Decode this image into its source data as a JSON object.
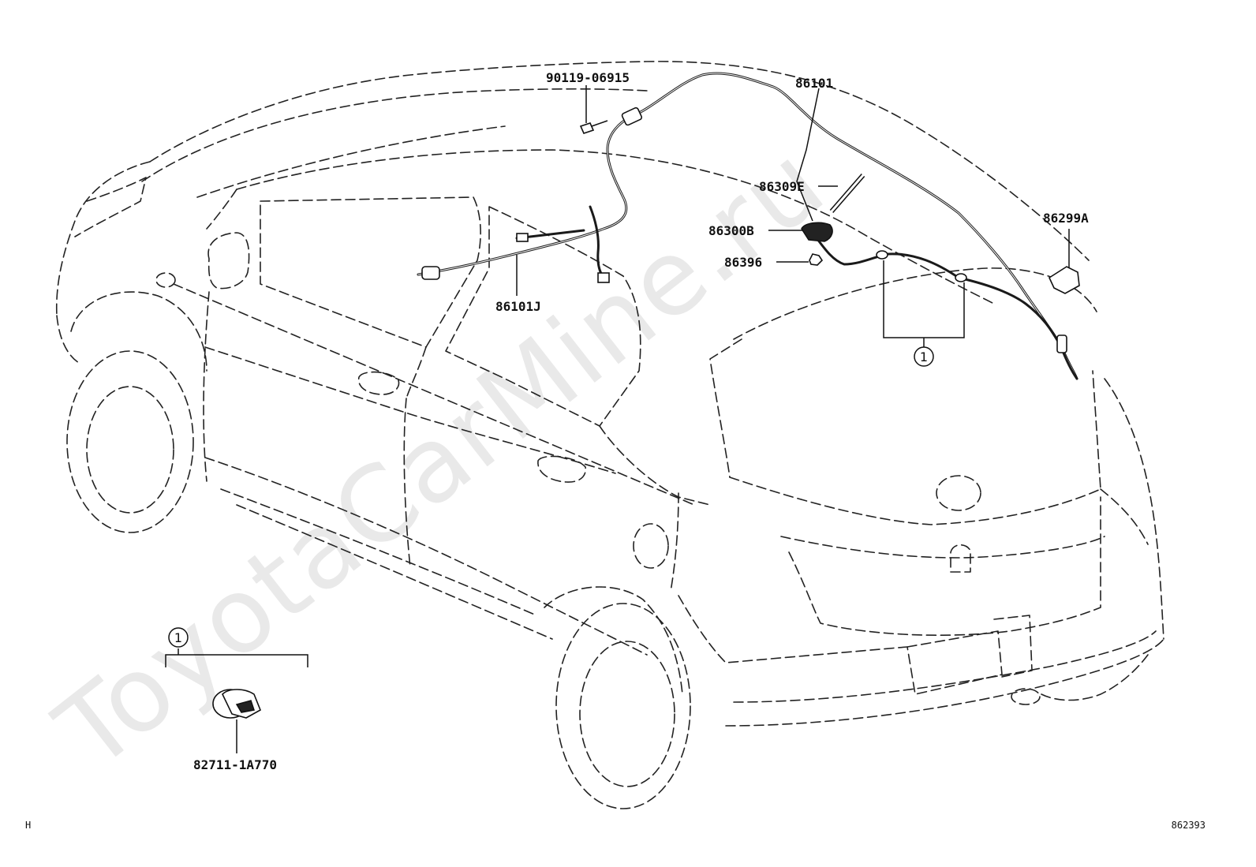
{
  "watermark": "ToyotaCarMine.ru",
  "labels": {
    "bolt": "90119-06915",
    "antenna_cord": "86101",
    "front_cord": "86101J",
    "antenna_element": "86309E",
    "antenna_base": "86300B",
    "cap": "86396",
    "bracket": "86299A",
    "clamp": "82711-1A770"
  },
  "callout": {
    "main": "1",
    "legend": "1"
  },
  "footer": {
    "left": "H",
    "right": "862393"
  }
}
